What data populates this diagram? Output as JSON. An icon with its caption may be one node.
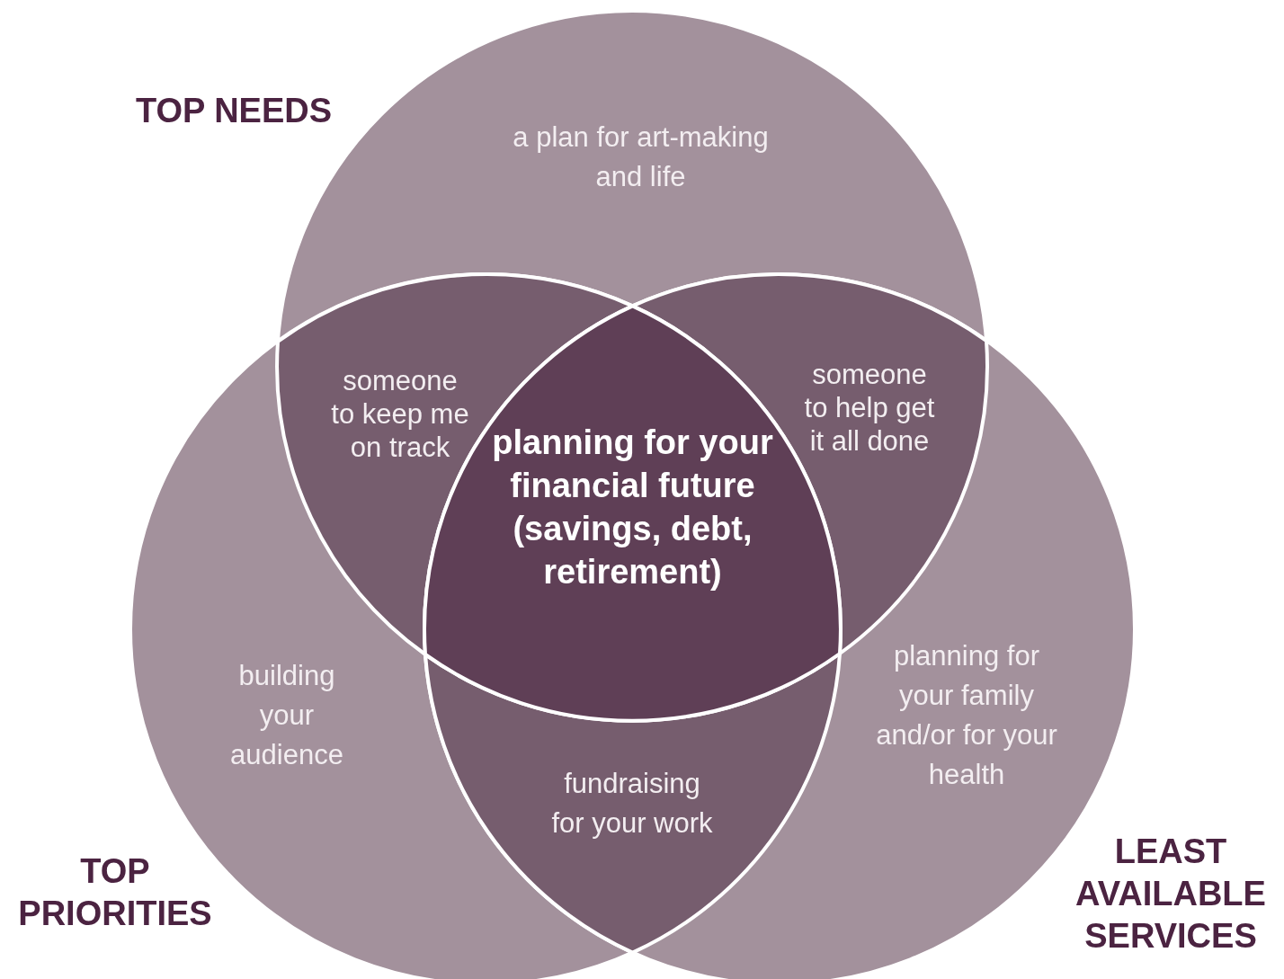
{
  "diagram": {
    "nodes": [
      {
        "text": [
          "TOP NEEDS",
          "a plan for art-making and life"
        ]
      },
      {
        "text": [
          "TOP PRIORITIES",
          "building your audience"
        ]
      },
      {
        "text": [
          "LEAST AVAILABLE SERVICES",
          "planning for your family and/or for your health"
        ]
      },
      {
        "text": [
          "someone to keep me on track"
        ]
      },
      {
        "text": [
          "someone to help get it all done"
        ]
      },
      {
        "text": [
          "fundraising for your work"
        ]
      },
      {
        "text": [
          "planning for your financial future (savings, debt, retirement)"
        ]
      }
    ]
  }
}
